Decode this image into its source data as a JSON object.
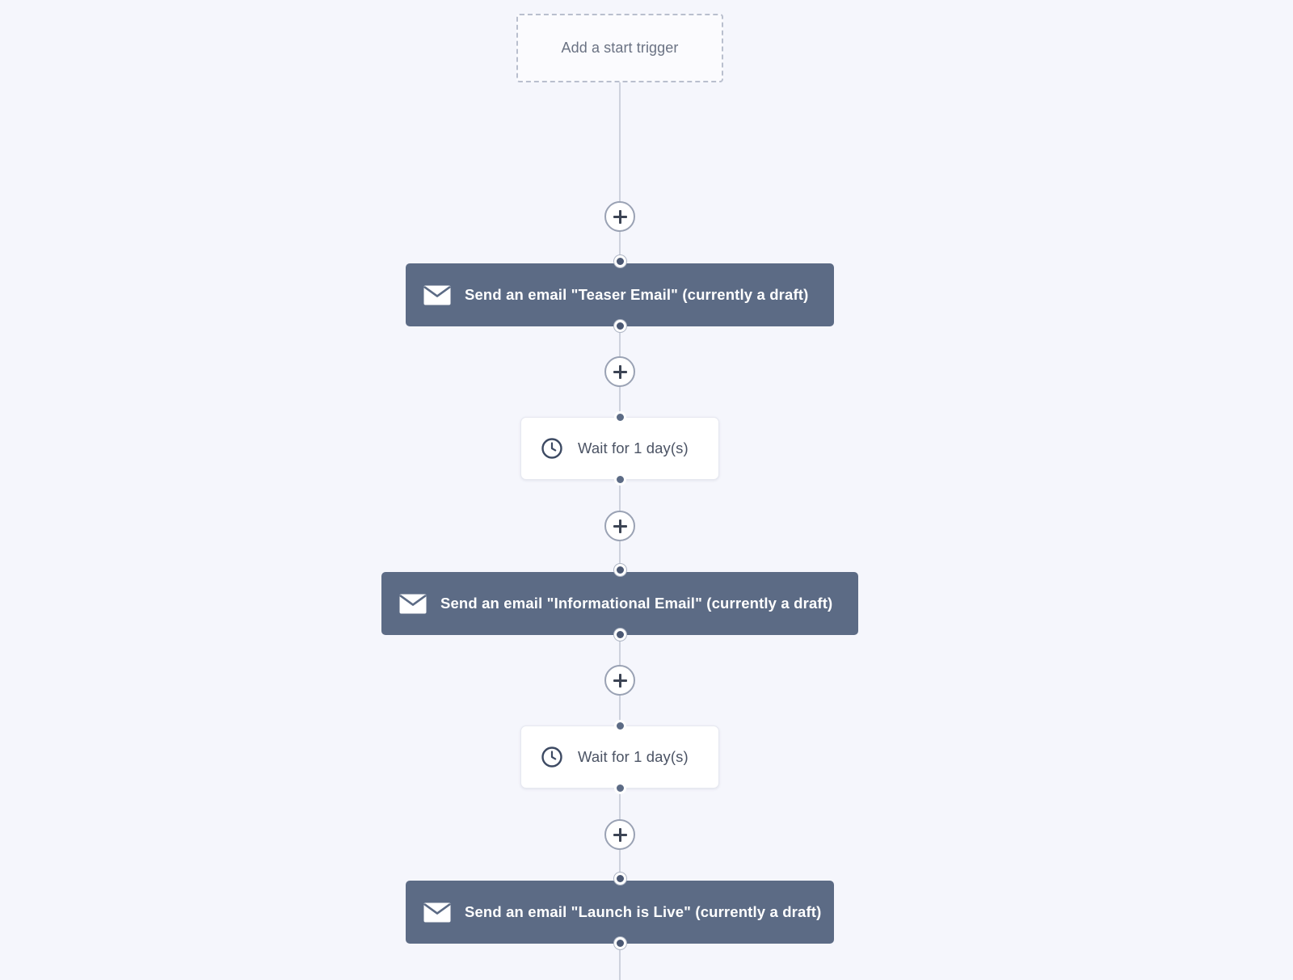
{
  "canvas": {
    "background_color": "#f5f6fc",
    "node_accent_color": "#5c6b85",
    "connector_color": "#ced2dd"
  },
  "flow": {
    "start": {
      "label": "Add a start trigger",
      "type": "placeholder"
    },
    "add_step_label": "+",
    "steps": [
      {
        "type": "email",
        "icon": "envelope-icon",
        "label": "Send an email \"Teaser Email\" (currently a draft)"
      },
      {
        "type": "wait",
        "icon": "clock-icon",
        "label": "Wait for 1 day(s)"
      },
      {
        "type": "email",
        "icon": "envelope-icon",
        "label": "Send an email \"Informational Email\" (currently a draft)"
      },
      {
        "type": "wait",
        "icon": "clock-icon",
        "label": "Wait for 1 day(s)"
      },
      {
        "type": "email",
        "icon": "envelope-icon",
        "label": "Send an email \"Launch is Live\" (currently a draft)"
      }
    ]
  }
}
